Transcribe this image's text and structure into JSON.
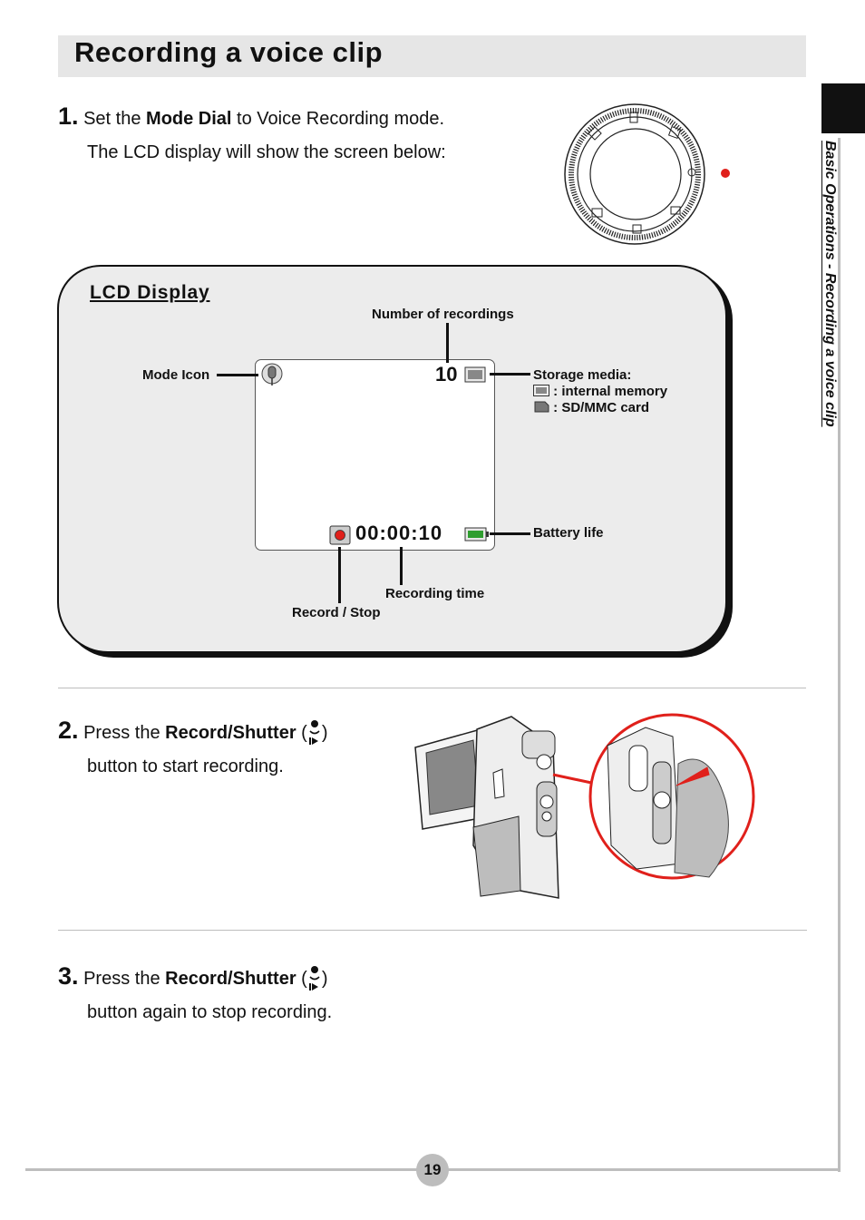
{
  "header": {
    "title": "Recording a voice clip"
  },
  "side": {
    "label": "Basic Operations - Recording a voice clip"
  },
  "step1": {
    "number": "1.",
    "pre": "Set the ",
    "bold": "Mode Dial",
    "post": " to Voice Recording mode.",
    "line2": "The LCD display will show the screen below:"
  },
  "lcd": {
    "heading": "LCD Display",
    "recording_count": "10",
    "time": "00:00:10",
    "labels": {
      "number_of_recordings": "Number of recordings",
      "mode_icon": "Mode Icon",
      "storage_media": "Storage media:",
      "internal_memory": ": internal memory",
      "sd_mmc": ": SD/MMC card",
      "battery_life": "Battery life",
      "recording_time": "Recording time",
      "record_stop": "Record / Stop"
    },
    "icons": {
      "mode": "microphone-icon",
      "storage": "internal-memory-icon",
      "card": "sd-card-icon",
      "record": "record-icon",
      "battery": "battery-icon"
    }
  },
  "step2": {
    "number": "2.",
    "pre": "Press the ",
    "bold": "Record/Shutter",
    "post": " button to start recording."
  },
  "step3": {
    "number": "3.",
    "pre": "Press the ",
    "bold": "Record/Shutter",
    "post": " button again to stop recording."
  },
  "footer": {
    "page_number": "19"
  },
  "colors": {
    "accent_red": "#e0201b",
    "title_bar": "#e6e6e6",
    "panel": "#ececec"
  }
}
